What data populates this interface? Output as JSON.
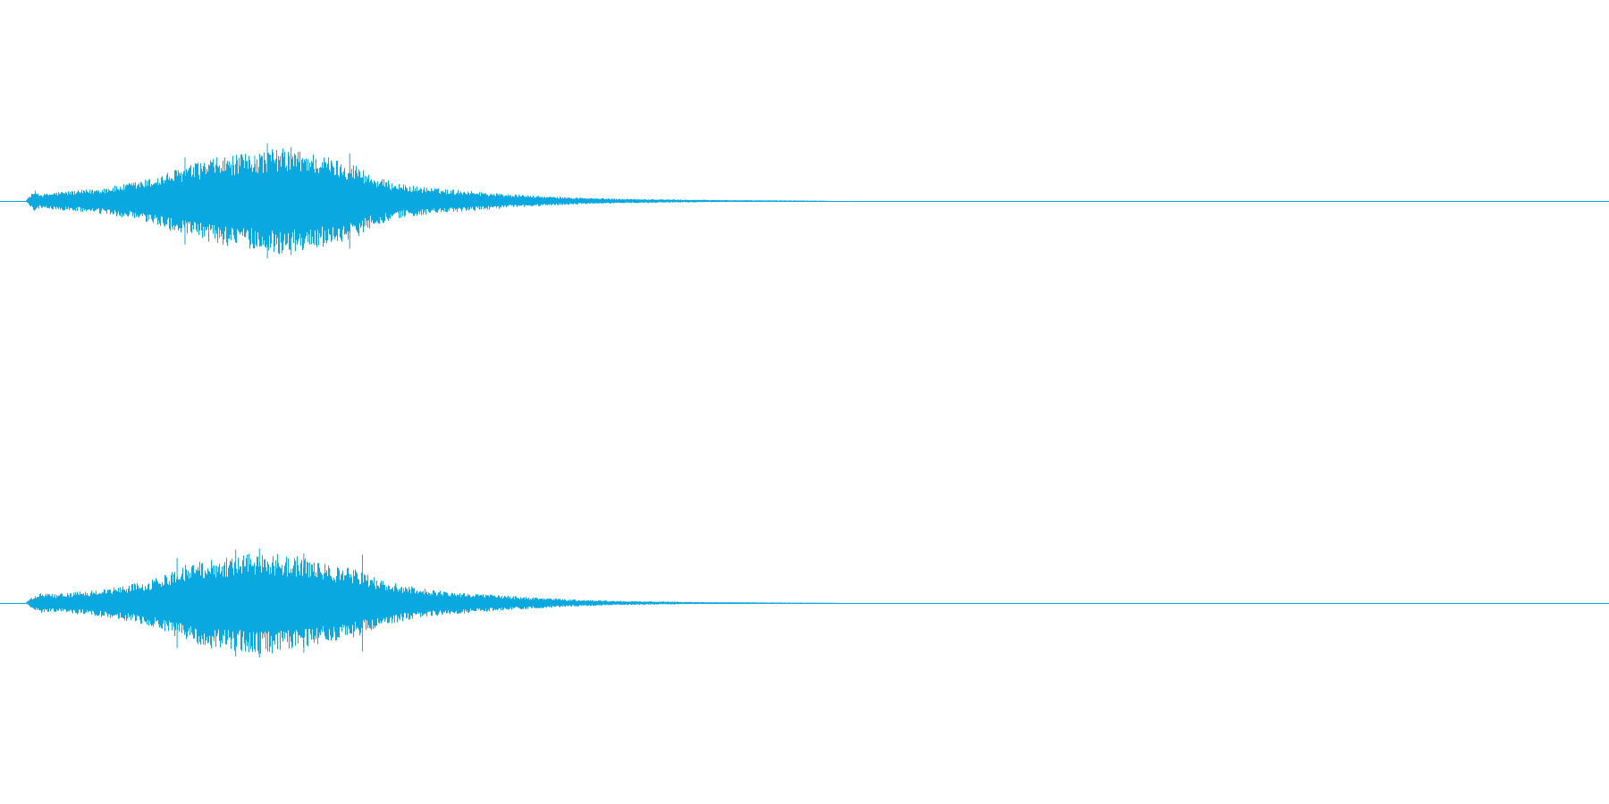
{
  "waveform": {
    "color": "#0aa8e0",
    "channels": [
      {
        "id": "channel-1",
        "envelope": [
          [
            0.0,
            0.0
          ],
          [
            0.003,
            0.1
          ],
          [
            0.006,
            0.18
          ],
          [
            0.01,
            0.12
          ],
          [
            0.02,
            0.16
          ],
          [
            0.04,
            0.2
          ],
          [
            0.06,
            0.28
          ],
          [
            0.08,
            0.4
          ],
          [
            0.1,
            0.6
          ],
          [
            0.12,
            0.75
          ],
          [
            0.14,
            0.82
          ],
          [
            0.16,
            0.92
          ],
          [
            0.18,
            0.85
          ],
          [
            0.2,
            0.7
          ],
          [
            0.21,
            0.62
          ],
          [
            0.22,
            0.42
          ],
          [
            0.24,
            0.28
          ],
          [
            0.26,
            0.22
          ],
          [
            0.28,
            0.18
          ],
          [
            0.3,
            0.13
          ],
          [
            0.33,
            0.08
          ],
          [
            0.36,
            0.05
          ],
          [
            0.4,
            0.03
          ],
          [
            0.45,
            0.015
          ],
          [
            0.5,
            0.008
          ],
          [
            0.51,
            0.0
          ],
          [
            1.0,
            0.0
          ]
        ],
        "spikes": [
          [
            0.101,
            0.75
          ],
          [
            0.145,
            0.78
          ],
          [
            0.153,
            0.99
          ],
          [
            0.168,
            0.93
          ],
          [
            0.205,
            0.82
          ]
        ]
      },
      {
        "id": "channel-2",
        "envelope": [
          [
            0.0,
            0.0
          ],
          [
            0.003,
            0.08
          ],
          [
            0.006,
            0.12
          ],
          [
            0.01,
            0.18
          ],
          [
            0.02,
            0.16
          ],
          [
            0.04,
            0.22
          ],
          [
            0.06,
            0.3
          ],
          [
            0.08,
            0.42
          ],
          [
            0.095,
            0.62
          ],
          [
            0.11,
            0.78
          ],
          [
            0.13,
            0.85
          ],
          [
            0.15,
            0.92
          ],
          [
            0.17,
            0.84
          ],
          [
            0.19,
            0.7
          ],
          [
            0.21,
            0.6
          ],
          [
            0.225,
            0.4
          ],
          [
            0.25,
            0.26
          ],
          [
            0.27,
            0.2
          ],
          [
            0.29,
            0.16
          ],
          [
            0.31,
            0.12
          ],
          [
            0.34,
            0.07
          ],
          [
            0.37,
            0.04
          ],
          [
            0.42,
            0.02
          ],
          [
            0.47,
            0.01
          ],
          [
            0.51,
            0.005
          ],
          [
            0.515,
            0.0
          ],
          [
            1.0,
            0.0
          ]
        ],
        "spikes": [
          [
            0.096,
            0.8
          ],
          [
            0.133,
            0.95
          ],
          [
            0.148,
            0.97
          ],
          [
            0.176,
            0.88
          ],
          [
            0.213,
            0.86
          ]
        ]
      }
    ]
  }
}
